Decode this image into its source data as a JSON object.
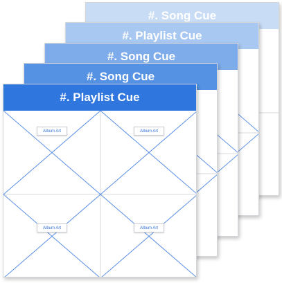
{
  "cards": [
    {
      "title": "#. Song Cue",
      "header_color": "#c9dcf5"
    },
    {
      "title": "#. Playlist Cue",
      "header_color": "#a9c8f1"
    },
    {
      "title": "#. Song Cue",
      "header_color": "#7eacea"
    },
    {
      "title": "#. Song Cue",
      "header_color": "#5592e4"
    },
    {
      "title": "#. Playlist Cue",
      "header_color": "#2f77df"
    }
  ],
  "front_card": {
    "album_art_labels": [
      "Album Art",
      "Album Art",
      "Album Art",
      "Album Art"
    ]
  },
  "colors": {
    "placeholder_line": "#5b8fe6",
    "grid_line": "#d6d8dc"
  }
}
